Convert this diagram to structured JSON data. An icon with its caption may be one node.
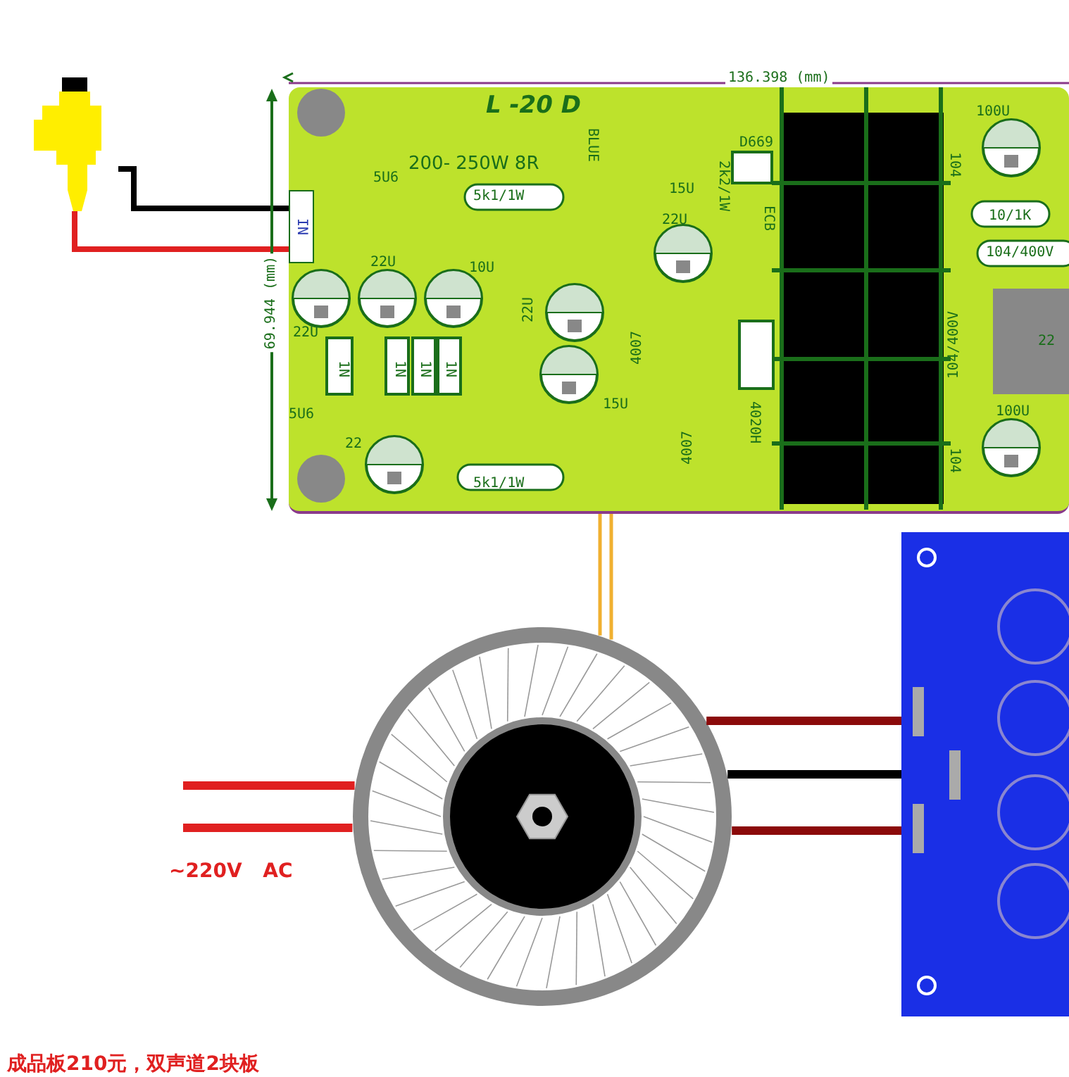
{
  "diagram": {
    "nodes": [
      {
        "text": [],
        "shape": "picture"
      },
      {
        "text": [
          "L -20 D",
          "200- 250W 8R"
        ]
      },
      {
        "text": [
          "IN"
        ],
        "in": 1
      },
      {
        "text": [],
        "shape": "picture"
      },
      {
        "text": [],
        "shape": "box"
      }
    ],
    "edges": [
      {
        "from": 0,
        "to": 2,
        "arrow": "none",
        "color": "#000000"
      },
      {
        "from": 0,
        "to": 2,
        "arrow": "none",
        "color": "#e02020"
      },
      {
        "from": 3,
        "to": 1,
        "arrow": "none",
        "color": "#f0b030"
      },
      {
        "from": 3,
        "to": 1,
        "arrow": "none",
        "color": "#f0b030"
      },
      {
        "from": 3,
        "to": 4,
        "arrow": "none",
        "color": "#8b0a0a"
      },
      {
        "from": 3,
        "to": 4,
        "arrow": "none",
        "color": "#000000"
      },
      {
        "from": 3,
        "to": 4,
        "arrow": "none",
        "color": "#8b0a0a"
      },
      {
        "from": null,
        "to": 3,
        "arrow": "none",
        "color": "#e02020"
      },
      {
        "from": null,
        "to": 3,
        "arrow": "none",
        "color": "#e02020"
      }
    ],
    "labels": [
      "136.398 (mm)",
      "69.944 (mm)",
      "5U6",
      "5k1/1W",
      "BLUE",
      "15U",
      "2k2/1W",
      "D669",
      "22U",
      "ECB",
      "22U",
      "10U",
      "22U",
      "1N",
      "1N",
      "1N",
      "1N",
      "22U",
      "15U",
      "4007",
      "4020H",
      "5U6",
      "4007",
      "22",
      "5k1/1W",
      "100U",
      "104",
      "10/1K",
      "104/400V",
      "104/400V",
      "22",
      "100U",
      "104",
      "~220V AC",
      "成品板210元，双声道2块板"
    ]
  }
}
